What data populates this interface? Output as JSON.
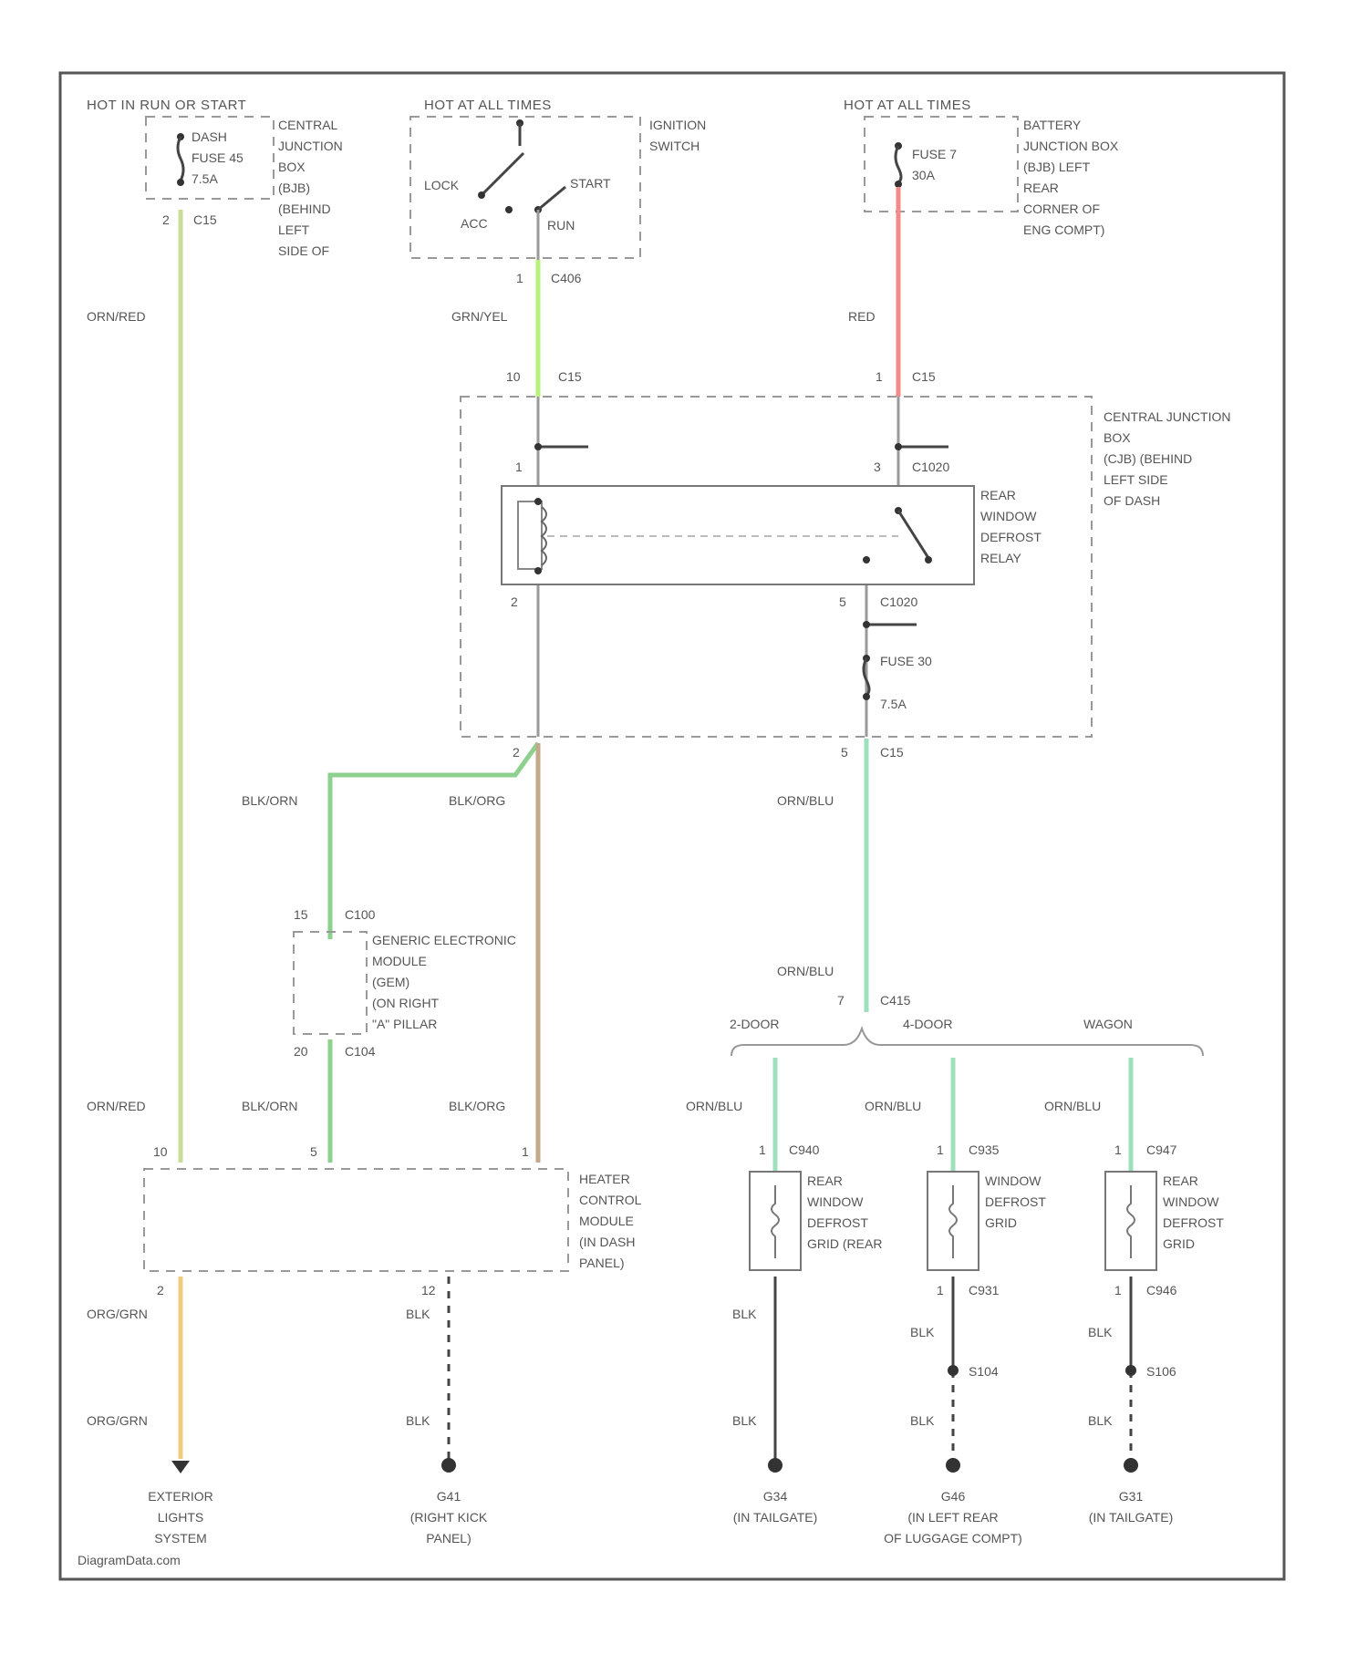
{
  "watermark": "DiagramData.com",
  "top": {
    "left_header": "HOT IN RUN OR START",
    "middle_header": "HOT AT ALL TIMES",
    "right_header": "HOT AT ALL TIMES",
    "fuse45": [
      "DASH",
      "FUSE 45",
      "7.5A"
    ],
    "cjb_left": [
      "CENTRAL",
      "JUNCTION",
      "BOX",
      "(BJB)",
      "(BEHIND",
      "LEFT",
      "SIDE OF"
    ],
    "ignition_switch": [
      "IGNITION",
      "SWITCH"
    ],
    "ign_lock": "LOCK",
    "ign_acc": "ACC",
    "ign_start": "START",
    "ign_run": "RUN",
    "fuse7": [
      "FUSE 7",
      "30A"
    ],
    "battery_jbox": [
      "BATTERY",
      "JUNCTION BOX",
      "(BJB) LEFT",
      "REAR",
      "CORNER OF",
      "ENG COMPT)"
    ]
  },
  "pins": {
    "c15_left_pin": "2",
    "c15_left": "C15",
    "c406_pin": "1",
    "c406": "C406",
    "c15_mid_pin": "10",
    "c15_mid": "C15",
    "c15_right_pin": "1",
    "c15_right": "C15",
    "c1020_top_pin": "3",
    "c1020_top": "C1020",
    "relay_pin1": "1",
    "relay_pin2": "2",
    "c1020_bot_pin": "5",
    "c1020_bot": "C1020",
    "cjb_out_left_pin": "2",
    "c15_out_pin": "5",
    "c15_out": "C15",
    "c100_top_pin": "15",
    "c100_top": "C100",
    "c104_pin": "20",
    "c104": "C104",
    "hcm_pin_left": "10",
    "hcm_pin_mid": "5",
    "hcm_pin_right": "1",
    "hcm_out_left": "2",
    "hcm_out_mid": "12",
    "c415_pin": "7",
    "c415": "C415",
    "c940_pin": "1",
    "c940": "C940",
    "c935_pin": "1",
    "c935": "C935",
    "c947_pin": "1",
    "c947": "C947",
    "c931_pin": "1",
    "c931": "C931",
    "c946_pin": "1",
    "c946": "C946"
  },
  "cjb_main": [
    "CENTRAL JUNCTION",
    "BOX",
    "(CJB) (BEHIND",
    "LEFT SIDE",
    "OF DASH"
  ],
  "relay": [
    "REAR",
    "WINDOW",
    "DEFROST",
    "RELAY"
  ],
  "fuse30": [
    "FUSE 30",
    "7.5A"
  ],
  "gem": [
    "GENERIC ELECTRONIC",
    "MODULE",
    "(GEM)",
    "(ON RIGHT",
    "\"A\" PILLAR"
  ],
  "hcm": [
    "HEATER",
    "CONTROL",
    "MODULE",
    "(IN DASH",
    "PANEL)"
  ],
  "variants": {
    "v1": "2-DOOR",
    "v2": "4-DOOR",
    "v3": "WAGON"
  },
  "grids": {
    "g1": [
      "REAR",
      "WINDOW",
      "DEFROST",
      "GRID (REAR"
    ],
    "g2": [
      "WINDOW",
      "DEFROST",
      "GRID"
    ],
    "g3": [
      "REAR",
      "WINDOW",
      "DEFROST",
      "GRID"
    ]
  },
  "splices": {
    "s1": "S104",
    "s2": "S106"
  },
  "wires": {
    "orn_red_top": "ORN/RED",
    "grn_yel": "GRN/YEL",
    "red": "RED",
    "blk_orn_left": "BLK/ORN",
    "blk_orn_mid": "BLK/ORG",
    "orn_blu": "ORN/BLU",
    "orn_blu_2": "ORN/BLU",
    "orn_red_bot": "ORN/RED",
    "blk_orn_bot1": "BLK/ORN",
    "blk_orn_bot2": "BLK/ORG",
    "orn_blu_g1": "ORN/BLU",
    "orn_blu_g2": "ORN/BLU",
    "orn_blu_g3": "ORN/BLU",
    "org_grn_1": "ORG/GRN",
    "org_grn_2": "ORG/GRN",
    "blk_hcm_1": "BLK",
    "blk_hcm_2": "BLK",
    "blk_g1_a": "BLK",
    "blk_g1_b": "BLK",
    "blk_g2_a": "BLK",
    "blk_g2_b": "BLK",
    "blk_g3_a": "BLK",
    "blk_g3_b": "BLK"
  },
  "bottom": {
    "ext_lights": [
      "EXTERIOR",
      "LIGHTS",
      "SYSTEM"
    ],
    "g41": [
      "G41",
      "(RIGHT KICK",
      "PANEL)"
    ],
    "g34": [
      "G34",
      "(IN TAILGATE)"
    ],
    "g46": [
      "G46",
      "(IN LEFT REAR",
      "OF LUGGAGE COMPT)"
    ],
    "g31": [
      "G31",
      "(IN TAILGATE)"
    ]
  },
  "colors": {
    "wire_orn_red": "#c9dd9a",
    "wire_grn_yel": "#b8f07a",
    "wire_red": "#f28a8a",
    "wire_blk_orn": "#8ed08e",
    "wire_blk_org": "#c4a88a",
    "wire_orn_blu": "#9ee0bc",
    "wire_org_grn": "#f0cc80"
  }
}
